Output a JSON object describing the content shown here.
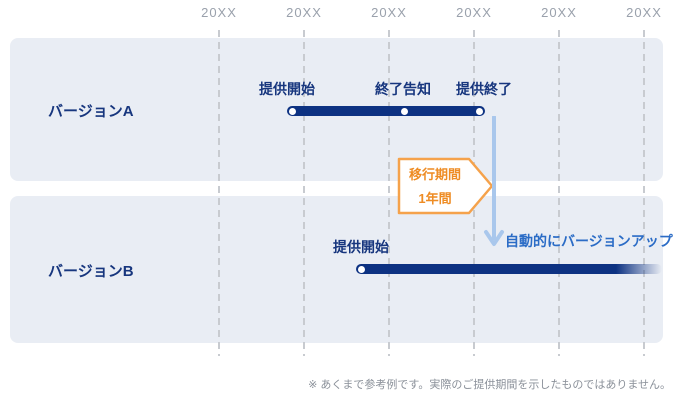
{
  "axis": {
    "years": [
      "20XX",
      "20XX",
      "20XX",
      "20XX",
      "20XX",
      "20XX"
    ]
  },
  "rows": [
    {
      "label": "バージョンA",
      "milestones": [
        {
          "label": "提供開始"
        },
        {
          "label": "終了告知"
        },
        {
          "label": "提供終了"
        }
      ]
    },
    {
      "label": "バージョンB",
      "milestones": [
        {
          "label": "提供開始"
        }
      ]
    }
  ],
  "callout": {
    "line1": "移行期間",
    "line2": "1年間"
  },
  "annotation": {
    "auto_upgrade": "自動的にバージョンアップ"
  },
  "footnote": "※ あくまで参考例です。実際のご提供期間を示したものではありません。",
  "icons": {
    "down_arrow": "down-arrow-icon",
    "milestone_dot": "milestone-marker"
  },
  "colors": {
    "bar_navy": "#0d3282",
    "text_navy": "#17367e",
    "panel_bg": "#e9edf4",
    "grid_gray": "#c8cbd0",
    "axis_text_gray": "#9aa1ac",
    "callout_border_orange": "#f5a24b",
    "callout_text_orange": "#ee8c24",
    "arrow_light_blue": "#a9c7ec",
    "annotation_blue": "#2b6cc6",
    "footnote_gray": "#8a9099"
  }
}
